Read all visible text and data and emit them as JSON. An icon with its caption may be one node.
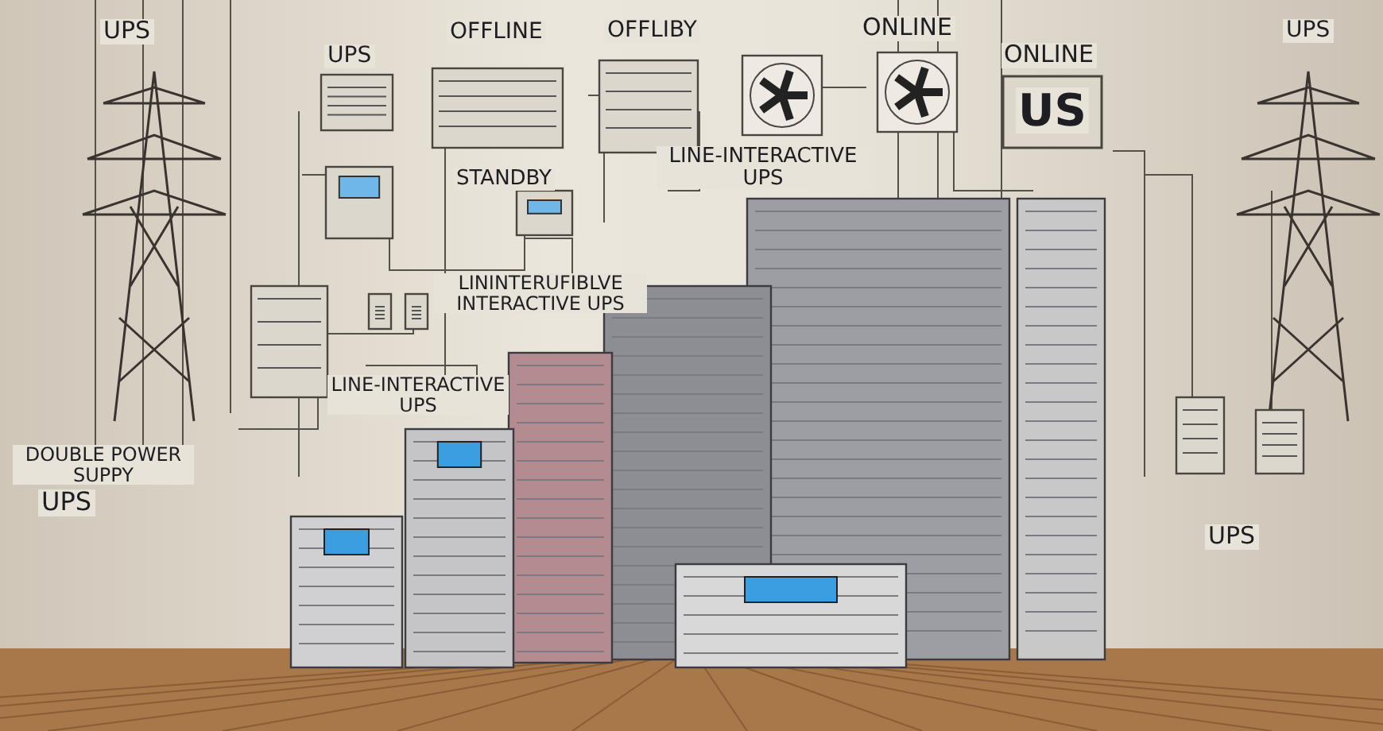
{
  "diagram": {
    "labels": [
      "UPS",
      "UPS",
      "OFFLINE",
      "OFFLIBY",
      "ONLINE",
      "ONLINE",
      "UPS",
      "US",
      "STANDBY",
      "LINE-INTERACTIVE UPS",
      "LININTERUFIBLVE INTERACTIVE UPS",
      "LINE-INTERACTIVE UPS",
      "DOUBLE POWER SUPPY",
      "UPS",
      "UPS"
    ]
  }
}
